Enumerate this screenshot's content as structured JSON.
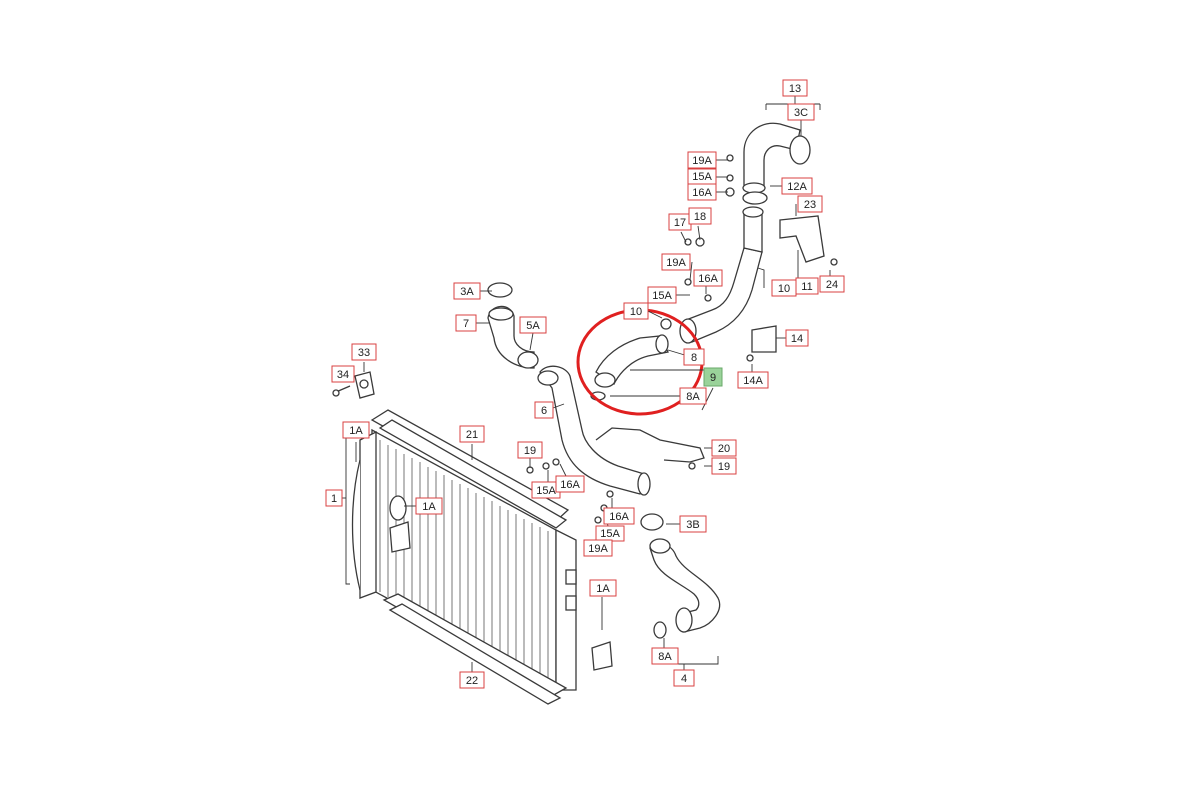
{
  "diagram": {
    "labels": [
      {
        "id": "13",
        "text": "13"
      },
      {
        "id": "3C",
        "text": "3C"
      },
      {
        "id": "19A_top",
        "text": "19A"
      },
      {
        "id": "15A_top",
        "text": "15A"
      },
      {
        "id": "16A_top",
        "text": "16A"
      },
      {
        "id": "12A",
        "text": "12A"
      },
      {
        "id": "23",
        "text": "23"
      },
      {
        "id": "17",
        "text": "17"
      },
      {
        "id": "18",
        "text": "18"
      },
      {
        "id": "19A_mid",
        "text": "19A"
      },
      {
        "id": "16A_mid",
        "text": "16A"
      },
      {
        "id": "15A_mid",
        "text": "15A"
      },
      {
        "id": "10_mid",
        "text": "10"
      },
      {
        "id": "10_right",
        "text": "10"
      },
      {
        "id": "11",
        "text": "11"
      },
      {
        "id": "24",
        "text": "24"
      },
      {
        "id": "3A",
        "text": "3A"
      },
      {
        "id": "7",
        "text": "7"
      },
      {
        "id": "5A",
        "text": "5A"
      },
      {
        "id": "8",
        "text": "8"
      },
      {
        "id": "9",
        "text": "9"
      },
      {
        "id": "8A_top",
        "text": "8A"
      },
      {
        "id": "14",
        "text": "14"
      },
      {
        "id": "14A",
        "text": "14A"
      },
      {
        "id": "33",
        "text": "33"
      },
      {
        "id": "34",
        "text": "34"
      },
      {
        "id": "6",
        "text": "6"
      },
      {
        "id": "1A_left",
        "text": "1A"
      },
      {
        "id": "21",
        "text": "21"
      },
      {
        "id": "19_left",
        "text": "19"
      },
      {
        "id": "20",
        "text": "20"
      },
      {
        "id": "19_right",
        "text": "19"
      },
      {
        "id": "15A_low",
        "text": "15A"
      },
      {
        "id": "16A_low",
        "text": "16A"
      },
      {
        "id": "1",
        "text": "1"
      },
      {
        "id": "1A_mid",
        "text": "1A"
      },
      {
        "id": "16A_bottom",
        "text": "16A"
      },
      {
        "id": "3B",
        "text": "3B"
      },
      {
        "id": "15A_bottom",
        "text": "15A"
      },
      {
        "id": "19A_bottom",
        "text": "19A"
      },
      {
        "id": "1A_bottom",
        "text": "1A"
      },
      {
        "id": "8A_bottom",
        "text": "8A"
      },
      {
        "id": "4",
        "text": "4"
      },
      {
        "id": "22",
        "text": "22"
      }
    ],
    "highlight_color": "#e02020",
    "label_border_color": "#d94040",
    "selected_label_fill": "#9ad39a"
  }
}
